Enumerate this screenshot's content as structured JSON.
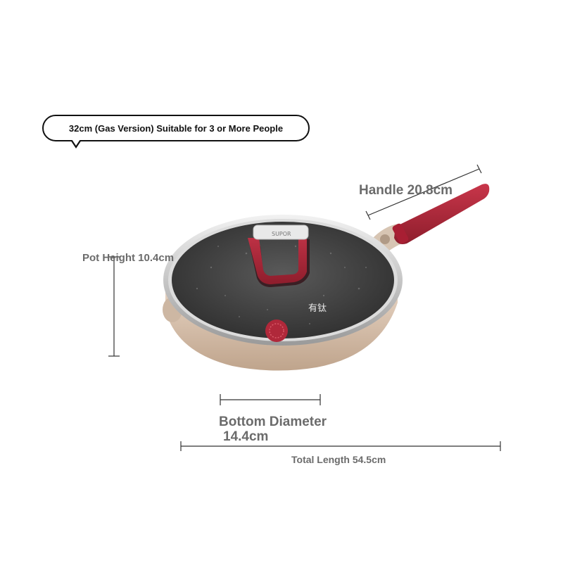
{
  "callout": {
    "text": "32cm (Gas Version) Suitable for 3 or More People"
  },
  "dimensions": {
    "handle": "Handle 20.8cm",
    "pot_height": "Pot Height 10.4cm",
    "bottom_diameter_line1": "Bottom Diameter",
    "bottom_diameter_line2": "14.4cm",
    "total_length": "Total Length 54.5cm"
  },
  "lid_handle_brand": "SUPOR",
  "pan_logo": "有钛",
  "colors": {
    "pan_body": "#d8c2ae",
    "rim": "#c9c9c9",
    "interior": "#4a4a4a",
    "handle_red": "#b3263a",
    "dimension_line": "#333333",
    "label_text": "#6b6b6b"
  }
}
